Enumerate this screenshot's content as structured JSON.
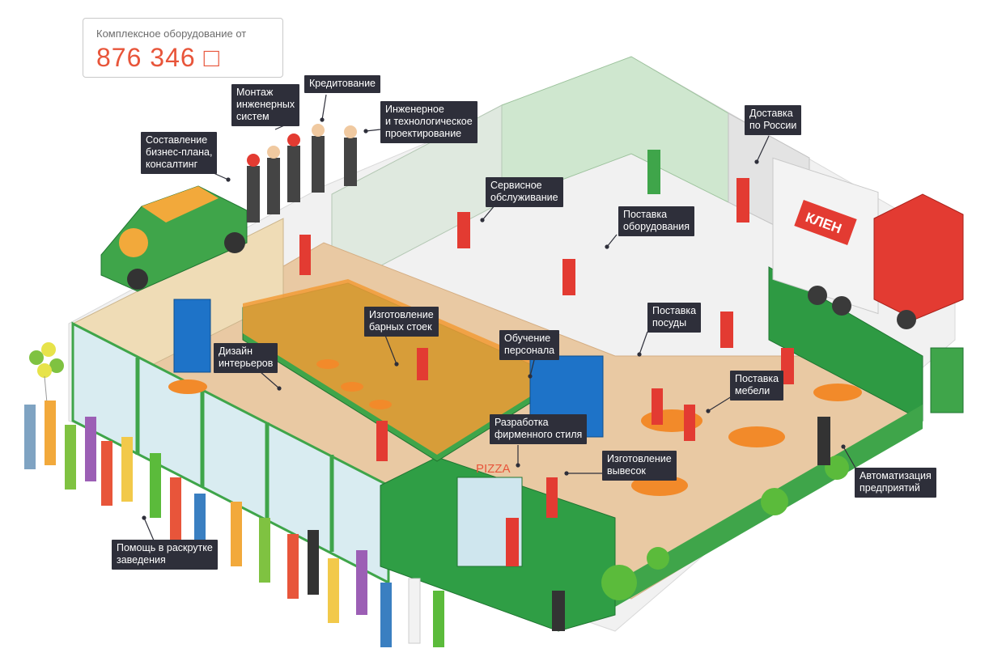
{
  "price_tag": {
    "label": "Комплексное оборудование от",
    "amount": "876 346",
    "currency_glyph": "□"
  },
  "callouts": {
    "montage": "Монтаж\nинженерных\nсистем",
    "credit": "Кредитование",
    "engineering": "Инженерное\nи технологическое\nпроектирование",
    "business_plan": "Составление\nбизнес-плана,\nконсалтинг",
    "delivery_russia": "Доставка\nпо России",
    "service": "Сервисное\nобслуживание",
    "equipment_supply": "Поставка\nоборудования",
    "bar_counters": "Изготовление\nбарных стоек",
    "dishes_supply": "Поставка\nпосуды",
    "interior_design": "Дизайн\nинтерьеров",
    "staff_training": "Обучение\nперсонала",
    "furniture_supply": "Поставка\nмебели",
    "corporate_style": "Разработка\nфирменного стиля",
    "signs": "Изготовление\nвывесок",
    "automation": "Автоматизация\nпредприятий",
    "promotion": "Помощь в раскрутке\nзаведения"
  },
  "scene": {
    "truck_brand": "КЛЕН",
    "shop_sign": "PIZZA"
  },
  "colors": {
    "accent_orange": "#e8553a",
    "callout_bg": "#2e2f3a",
    "wall_green": "#3fa54a",
    "floor_wood": "#e9c9a3"
  }
}
